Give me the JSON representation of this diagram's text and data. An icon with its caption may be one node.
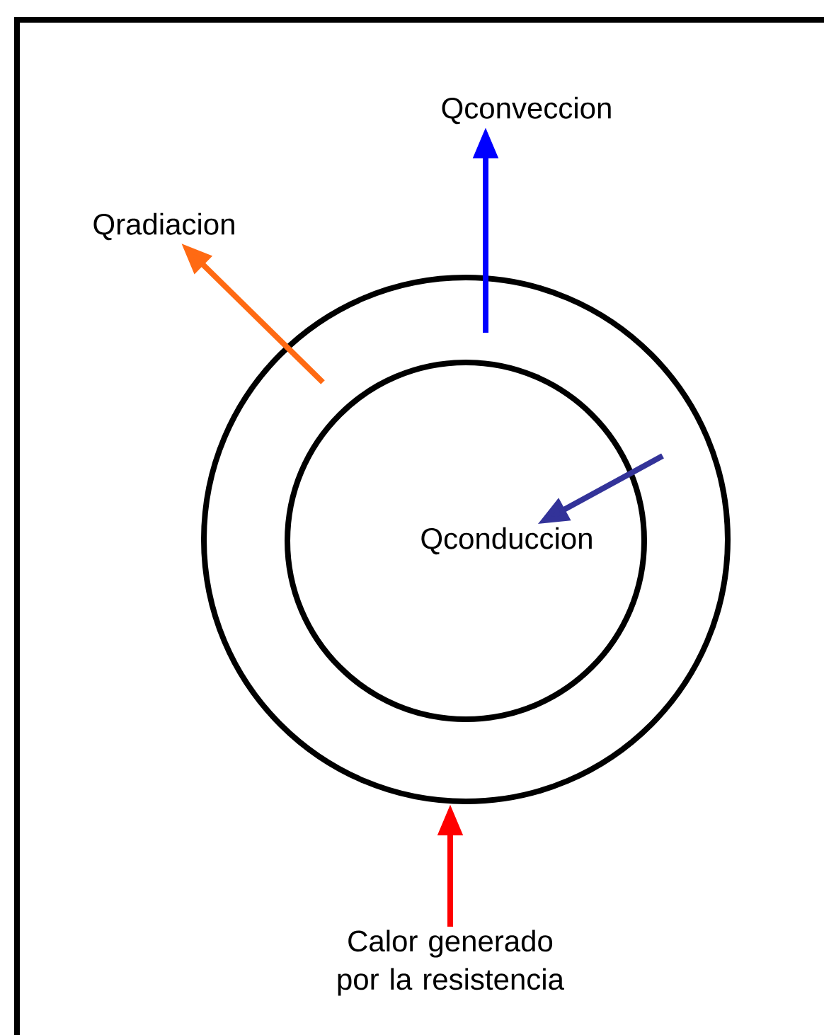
{
  "diagram": {
    "nodes": [
      {
        "text": [],
        "shape": "circle"
      },
      {
        "text": [],
        "shape": "circle",
        "in": 0
      },
      {
        "text": [
          "Qconveccion"
        ]
      },
      {
        "text": [
          "Qradiacion"
        ]
      },
      {
        "text": [
          "Qconduccion"
        ],
        "in": 1
      },
      {
        "text": [
          "Calor generado por la resistencia"
        ]
      }
    ],
    "edges": [
      {
        "from": null,
        "to": 2,
        "arrow": "to",
        "color": "#0000ff"
      },
      {
        "from": null,
        "to": 3,
        "arrow": "to",
        "color": "#ff6a13"
      },
      {
        "from": null,
        "to": 4,
        "arrow": "to",
        "color": "#333399"
      },
      {
        "from": 5,
        "to": 0,
        "arrow": "to",
        "color": "#ff0000"
      }
    ]
  }
}
